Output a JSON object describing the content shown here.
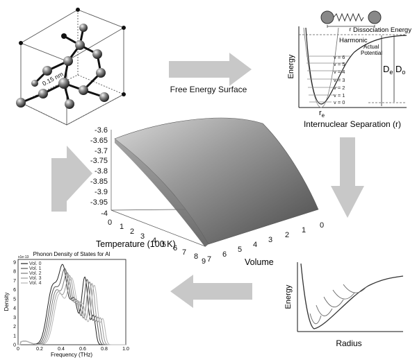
{
  "crystal": {
    "bond_label": "0.15 nm"
  },
  "arrow_label": "Free Energy Surface",
  "potential": {
    "x_label": "Internuclear Separation (r)",
    "y_label": "Energy",
    "dissociation_label": "Dissociation Energy",
    "harmonic_label": "Harmonic",
    "actual_label_1": "Actual",
    "actual_label_2": "Potential",
    "levels": [
      "v = 6",
      "v = 5",
      "v = 4",
      "v = 3",
      "v = 2",
      "v = 1",
      "v = 0"
    ],
    "re": "r",
    "re_sub": "e",
    "De": "D",
    "De_sub": "e",
    "D0": "D",
    "D0_sub": "o",
    "r_symbol": "r"
  },
  "surface": {
    "z_ticks": [
      "-3.6",
      "-3.65",
      "-3.7",
      "-3.75",
      "-3.8",
      "-3.85",
      "-3.9",
      "-3.95",
      "-4"
    ],
    "temp_ticks": [
      "0",
      "1",
      "2",
      "3",
      "4",
      "5",
      "6",
      "7",
      "8",
      "9"
    ],
    "vol_ticks": [
      "0",
      "1",
      "2",
      "3",
      "4",
      "5",
      "6",
      "7"
    ],
    "temp_label": "Temperature (100 K)",
    "vol_label": "Volume"
  },
  "radius_plot": {
    "y_label": "Energy",
    "x_label": "Radius"
  },
  "phonon": {
    "title": "Phonon Density of States for Al",
    "exponent": "x1e-13",
    "y_label": "Density",
    "x_label": "Frequency (THz)",
    "y_ticks": [
      "0",
      "1",
      "2",
      "3",
      "4",
      "5",
      "6",
      "7",
      "8",
      "9"
    ],
    "x_ticks": [
      "0",
      "0.2",
      "0.4",
      "0.6",
      "0.8",
      "1.0"
    ],
    "legend": [
      "Vol. 0",
      "Vol. 1",
      "Vol. 2",
      "Vol. 3",
      "Vol. 4"
    ],
    "colors": [
      "#222222",
      "#555555",
      "#7a7a7a",
      "#999999",
      "#b5b5b5"
    ]
  }
}
